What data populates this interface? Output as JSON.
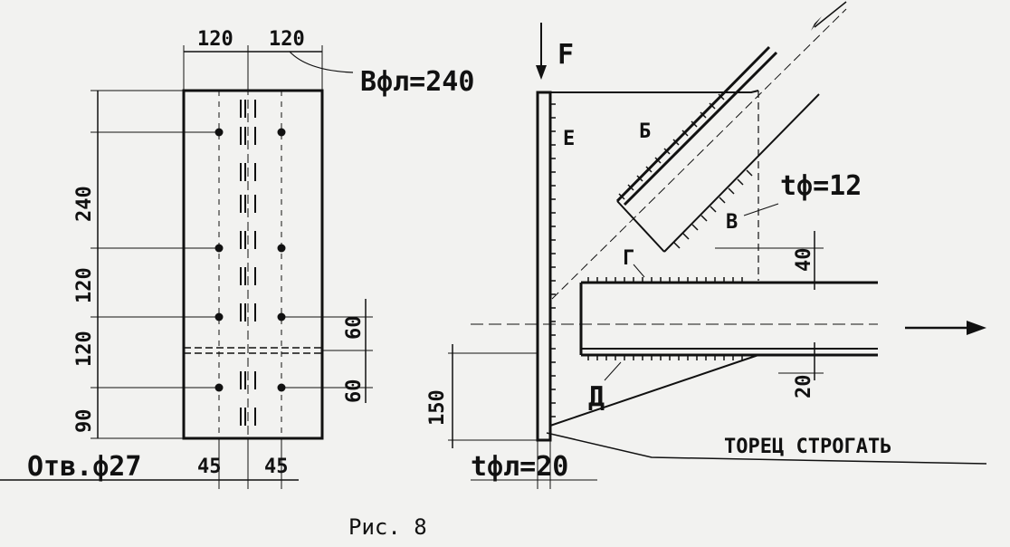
{
  "drawing": {
    "caption": "Рис. 8",
    "plate": {
      "dim_top_left": "120",
      "dim_top_right": "120",
      "width_label": "Bфл=240",
      "dim_240": "240",
      "dim_120a": "120",
      "dim_120b": "120",
      "dim_90": "90",
      "dim_60a": "60",
      "dim_60b": "60",
      "hole_label": "Отв.ф27",
      "dim_45a": "45",
      "dim_45b": "45"
    },
    "joint": {
      "force_label": "F",
      "label_E": "Е",
      "label_B": "Б",
      "label_V": "В",
      "label_G": "Г",
      "label_D": "Д",
      "gusset_thickness": "tф=12",
      "dim_40": "40",
      "dim_20": "20",
      "dim_150": "150",
      "flange_thickness": "tфл=20",
      "end_note": "ТОРЕЦ СТРОГАТЬ"
    }
  }
}
